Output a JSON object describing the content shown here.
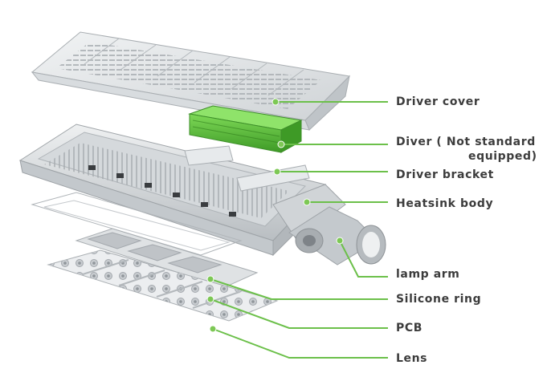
{
  "colors": {
    "leader_line": "#6cc04a",
    "dot": "#7dc855",
    "text": "#3c3c3c",
    "driver_green": "#4caf32",
    "metal_light": "#e9ecee",
    "metal_mid": "#c9cdd1",
    "metal_dark": "#9aa0a6"
  },
  "labels": {
    "driver_cover": "Driver cover",
    "driver_line1": "Diver ( Not standard",
    "driver_line2": "equipped)",
    "driver_bracket": "Driver bracket",
    "heatsink_body": "Heatsink body",
    "lamp_arm": "lamp arm",
    "silicone_ring": "Silicone ring",
    "pcb": "PCB",
    "lens": "Lens"
  }
}
